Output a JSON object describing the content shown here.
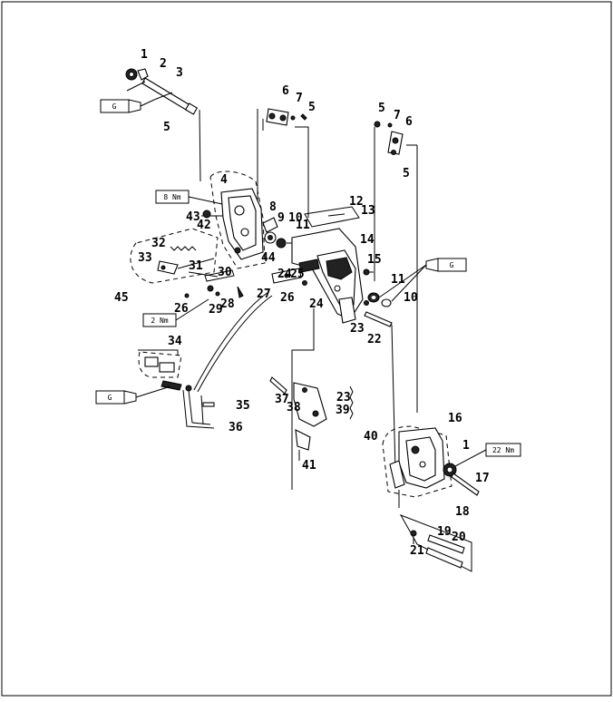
{
  "diagram": {
    "callouts": [
      "1",
      "2",
      "3",
      "5",
      "6",
      "7",
      "5",
      "5",
      "7",
      "6",
      "5",
      "4",
      "8",
      "9",
      "10",
      "11",
      "12",
      "13",
      "14",
      "15",
      "11",
      "10",
      "43",
      "42",
      "32",
      "33",
      "31",
      "45",
      "44",
      "24",
      "25",
      "30",
      "26",
      "28",
      "27",
      "29",
      "26",
      "24",
      "23",
      "22",
      "34",
      "35",
      "36",
      "37",
      "23",
      "38",
      "39",
      "40",
      "41",
      "16",
      "1",
      "17",
      "18",
      "19",
      "20",
      "21"
    ],
    "lubricant_labels": [
      "G",
      "G",
      "G"
    ],
    "torque_labels": [
      "8 Nm",
      "2 Nm",
      "22 Nm"
    ]
  }
}
